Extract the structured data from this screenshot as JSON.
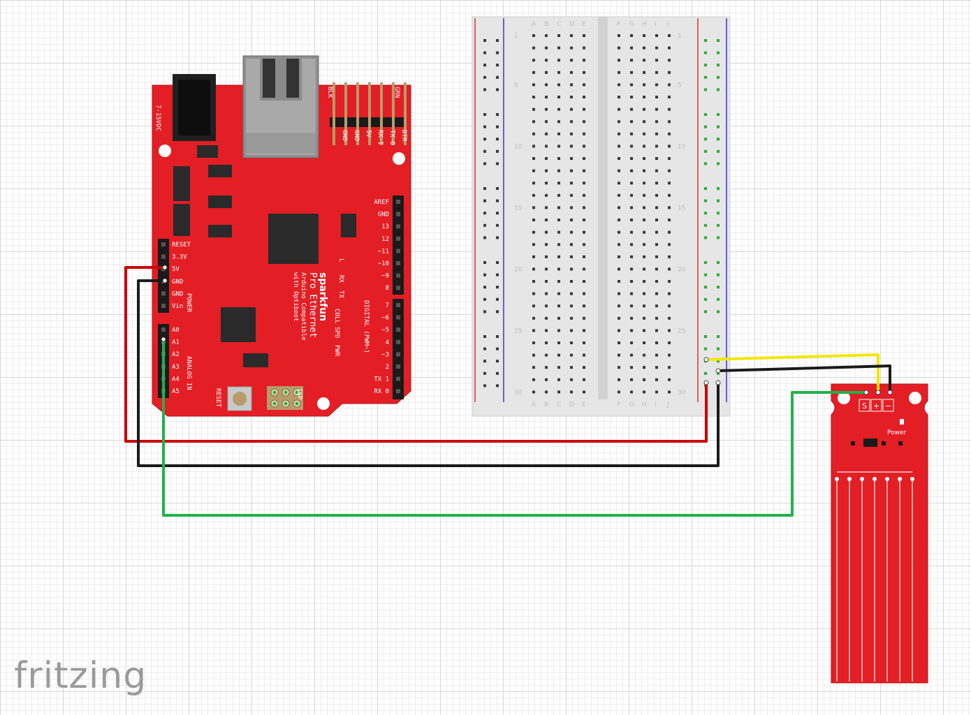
{
  "app": {
    "logo_text": "fritzing"
  },
  "colors": {
    "board_red": "#e31e24",
    "wire_red": "#cc0000",
    "wire_black": "#1a1a1a",
    "wire_green": "#22b14c",
    "wire_yellow": "#f2e600",
    "breadboard": "#e8e8e8"
  },
  "arduino": {
    "brand": "sparkfun",
    "model": "Pro Ethernet",
    "subtitle1": "Arduino Compatible",
    "subtitle2": "with Optiboot",
    "power_jack_label": "7-15VDC",
    "power_header": [
      "RESET",
      "3.3V",
      "5V",
      "GND",
      "GND",
      "Vin"
    ],
    "power_group_label": "POWER",
    "analog_header": [
      "A0",
      "A1",
      "A2",
      "A3",
      "A4",
      "A5"
    ],
    "analog_group_label": "ANALOG IN",
    "digital_header": [
      "AREF",
      "GND",
      "13",
      "12",
      "~11",
      "~10",
      "~9",
      "8",
      "7",
      "~6",
      "~5",
      "4",
      "~3",
      "2",
      "TX 1",
      "RX 0"
    ],
    "digital_group_label": "DIGITAL (PWM~)",
    "ftdi_header": [
      "BLK",
      "GND",
      "GND",
      "5V",
      "RX-I",
      "TX-O",
      "DTR",
      "GRN"
    ],
    "leds": [
      "L",
      "RX",
      "TX",
      "COLL",
      "SPD",
      "PWR"
    ],
    "reset_label": "RESET",
    "isp_label": "ISP"
  },
  "breadboard": {
    "columns_left": [
      "A",
      "B",
      "C",
      "D",
      "E"
    ],
    "columns_right": [
      "F",
      "G",
      "H",
      "I",
      "J"
    ],
    "row_numbers": [
      "1",
      "5",
      "10",
      "15",
      "20",
      "25",
      "30"
    ]
  },
  "sensor": {
    "pins": [
      "S",
      "+",
      "−"
    ],
    "power_label": "Power"
  }
}
